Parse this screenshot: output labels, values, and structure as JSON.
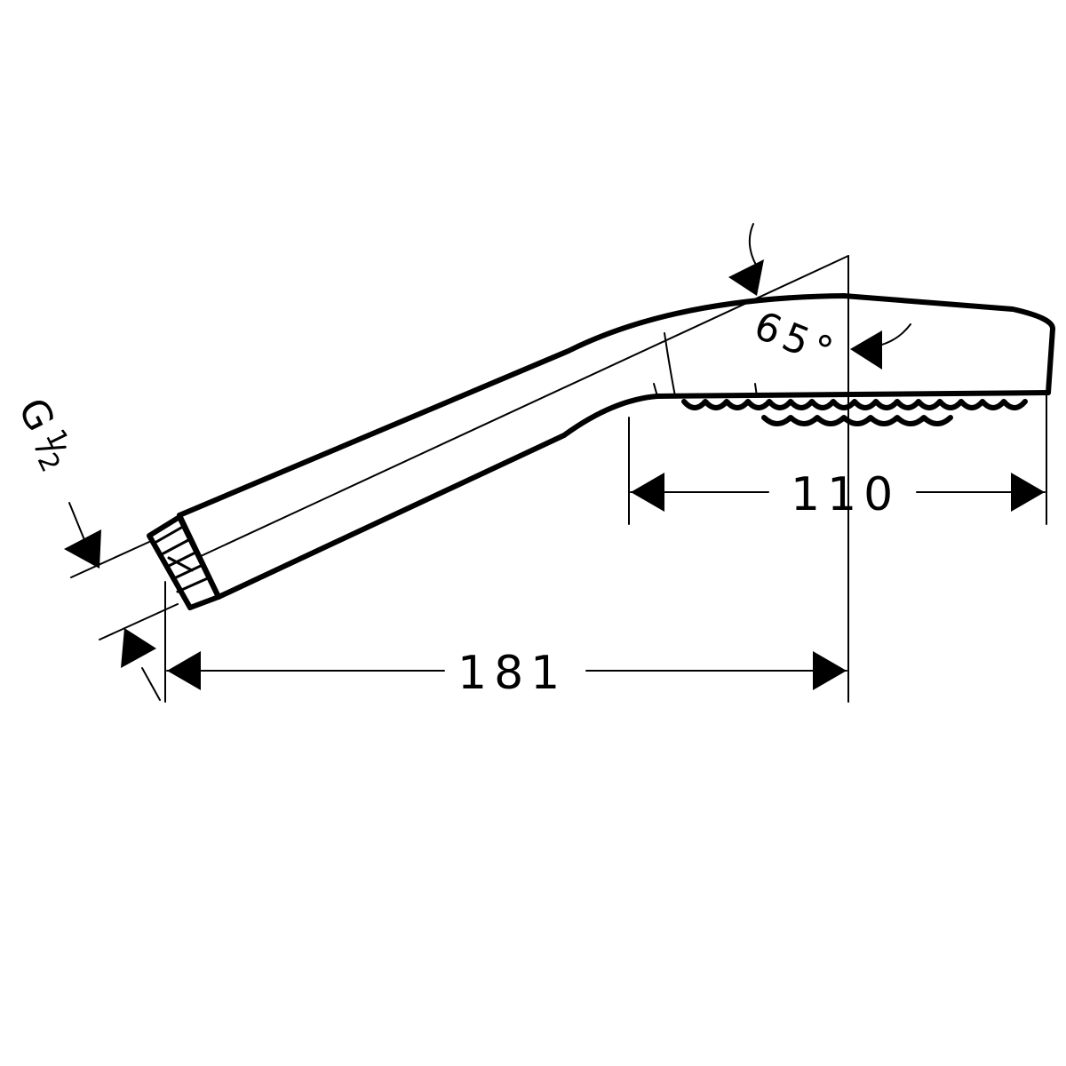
{
  "dimensions": {
    "length_total": "181",
    "head_width": "110",
    "angle": "65°",
    "thread_letter": "G",
    "thread_num": "1",
    "thread_den": "2"
  },
  "colors": {
    "line": "#000000",
    "background": "#ffffff"
  }
}
